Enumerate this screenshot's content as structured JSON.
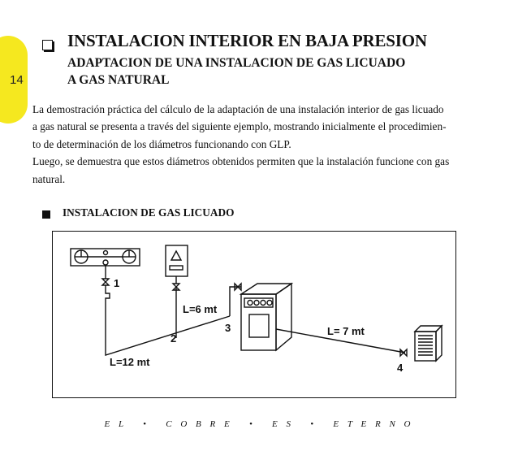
{
  "page": {
    "number": "14"
  },
  "header": {
    "title": "INSTALACION INTERIOR  EN BAJA PRESION",
    "subtitle_line1": "ADAPTACION DE UNA INSTALACION DE GAS LICUADO",
    "subtitle_line2": "A GAS NATURAL"
  },
  "body": {
    "lines": [
      "La demostración práctica del cálculo de la adaptación de una instalación interior de gas licuado",
      "a gas natural se presenta a través del siguiente ejemplo, mostrando inicialmente el procedimien-",
      "to de determinación de los diámetros funcionando con GLP.",
      "Luego, se demuestra que estos diámetros obtenidos permiten que la instalación funcione con gas",
      "natural."
    ]
  },
  "section": {
    "title": "INSTALACION DE GAS LICUADO"
  },
  "diagram": {
    "labels": {
      "node1": "1",
      "node2": "2",
      "node3": "3",
      "node4": "4",
      "len_12": "L=12 mt",
      "len_6": "L=6 mt",
      "len_7": "L= 7 mt"
    }
  },
  "footer": {
    "text": "E L   •   C O B R E   •   E S   •   E T E R N O"
  }
}
